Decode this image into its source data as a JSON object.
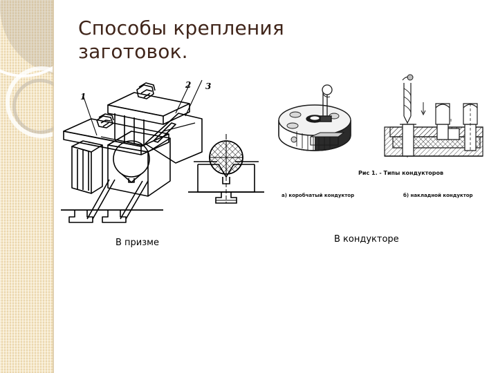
{
  "slide": {
    "background_color": "#ffffff",
    "title": "Способы крепления заготовок.",
    "title_color": "#40251a"
  },
  "sidebar": {
    "name": "decorative-sidebar",
    "background_color": "#f5e6c3",
    "accent_color": "#ffffff",
    "tint_color": "#a8a094"
  },
  "figures": {
    "prism_assembly": {
      "name": "isometric-prism-clamping-fixture",
      "callouts": [
        "1",
        "2",
        "3"
      ]
    },
    "vblock_section": {
      "name": "v-block-cross-section"
    },
    "box_jig": {
      "name": "box-type-drill-jig"
    },
    "plate_jig": {
      "name": "plate-type-drill-jig-section"
    }
  },
  "drawing_captions": {
    "figure_title": "Рис 1. - Типы кондукторов",
    "variant_a": "а) коробчатый кондуктор",
    "variant_b": "б) накладной кондуктор"
  },
  "bottom_labels": {
    "prism": "В  призме",
    "jig": "В  кондукторе"
  }
}
